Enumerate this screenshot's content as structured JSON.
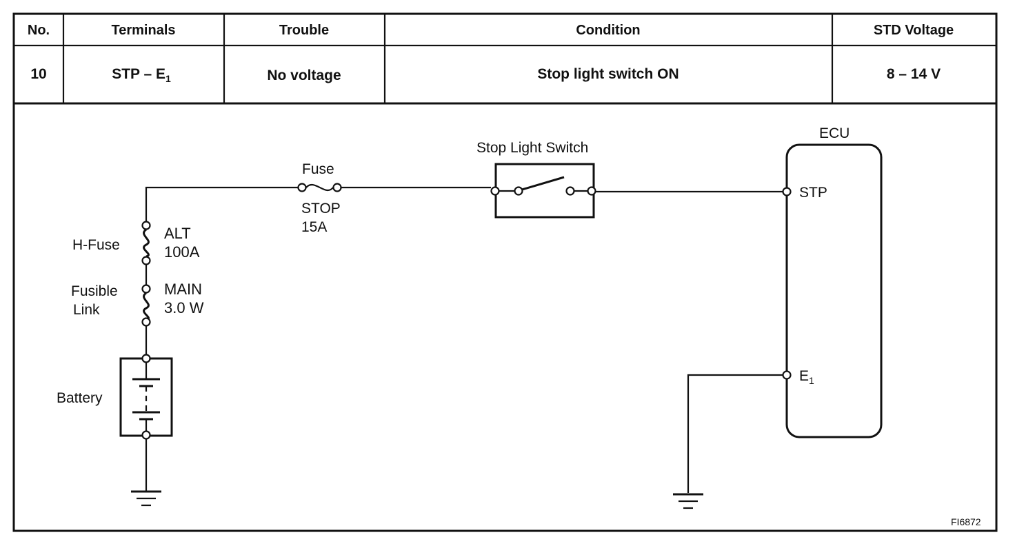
{
  "table": {
    "headers": {
      "no": "No.",
      "terminals": "Terminals",
      "trouble": "Trouble",
      "condition": "Condition",
      "std_voltage": "STD Voltage"
    },
    "row": {
      "no": "10",
      "terminals_main": "STP  –  E",
      "terminals_sub": "1",
      "trouble": "No voltage",
      "condition": "Stop light switch ON",
      "std_voltage": "8 – 14 V"
    }
  },
  "diagram": {
    "fuse_label": "Fuse",
    "fuse_name": "STOP",
    "fuse_rating": "15A",
    "switch_label": "Stop Light Switch",
    "ecu_label": "ECU",
    "ecu_stp": "STP",
    "ecu_e1_main": "E",
    "ecu_e1_sub": "1",
    "hfuse_label": "H-Fuse",
    "hfuse_name": "ALT",
    "hfuse_rating": "100A",
    "fusible_label_1": "Fusible",
    "fusible_label_2": "Link",
    "fusible_name": "MAIN",
    "fusible_rating": "3.0 W",
    "battery_label": "Battery",
    "figure_code": "FI6872"
  }
}
